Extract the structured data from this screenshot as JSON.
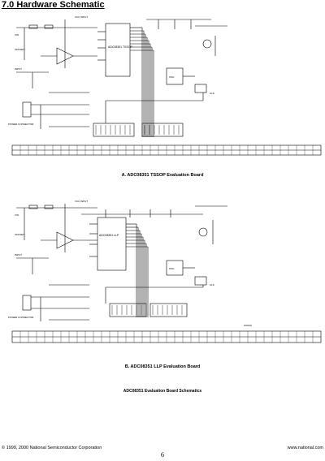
{
  "heading": "7.0 Hardware Schematic",
  "schematics": [
    {
      "caption": "A.  ADC08351 TSSOP Evaluation Board",
      "chip_label": "ADC08351 TSSOP",
      "labels": {
        "vcc_input": "VCC INPUT",
        "vin": "VIN",
        "offset": "OFFSET",
        "input": "INPUT",
        "power_connector": "POWER CONNECTOR",
        "clk": "CLK",
        "osc": "OSC"
      }
    },
    {
      "caption": "B.  ADC08351 LLP Evaluation Board",
      "chip_label": "ADC08351 LLP",
      "labels": {
        "vcc_input": "VCC INPUT",
        "vin": "VIN",
        "offset": "OFFSET",
        "input": "INPUT",
        "power_connector": "POWER CONNECTOR",
        "clk": "CLK",
        "osc": "OSC"
      }
    }
  ],
  "figure_title": "ADC08351 Evaluation Board Schematics",
  "footer": {
    "copyright": "© 1999, 2000 National Semiconductor Corporation",
    "page_number": "6",
    "website": "www.national.com"
  }
}
